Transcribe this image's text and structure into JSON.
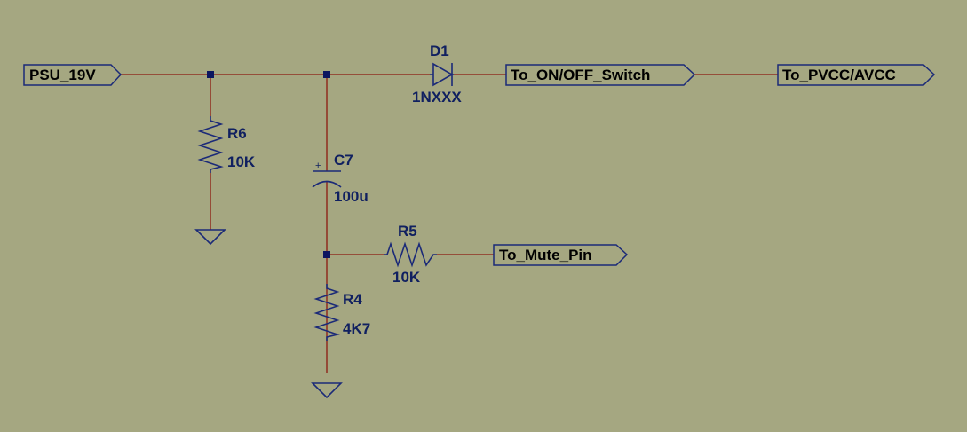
{
  "colors": {
    "background": "#a5a781",
    "wire": "#8c1a10",
    "component": "#1b2a78",
    "junction": "#0c1660",
    "label_text": "#102060",
    "net_text": "#000000"
  },
  "nets": {
    "psu": "PSU_19V",
    "on_off": "To_ON/OFF_Switch",
    "pvcc": "To_PVCC/AVCC",
    "mute": "To_Mute_Pin"
  },
  "components": {
    "d1": {
      "ref": "D1",
      "value": "1NXXX",
      "symbol": "diode-icon"
    },
    "r6": {
      "ref": "R6",
      "value": "10K",
      "symbol": "resistor-icon"
    },
    "c7": {
      "ref": "C7",
      "value": "100u",
      "polarity": "+",
      "symbol": "polarized-capacitor-icon"
    },
    "r5": {
      "ref": "R5",
      "value": "10K",
      "symbol": "resistor-icon"
    },
    "r4": {
      "ref": "R4",
      "value": "4K7",
      "symbol": "resistor-icon"
    }
  }
}
